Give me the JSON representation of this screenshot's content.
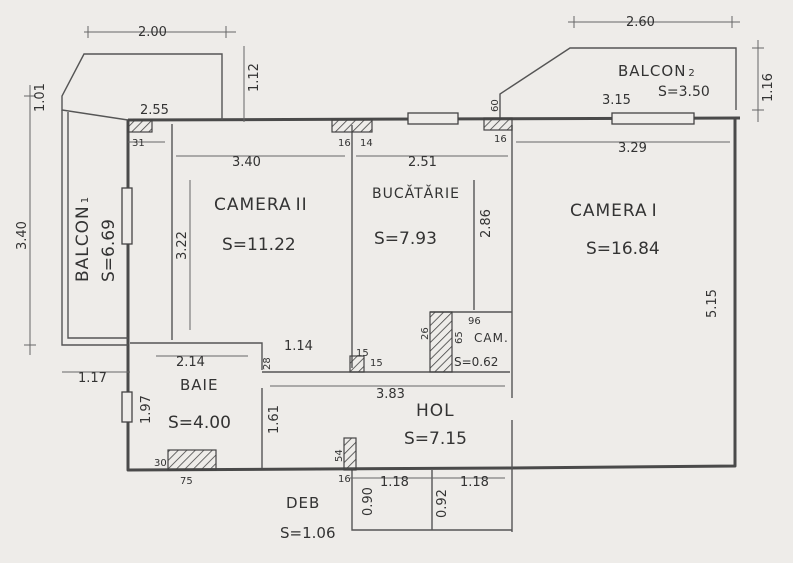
{
  "rooms": {
    "balcon1": {
      "name": "BALCON",
      "sub": "1",
      "area": "S=6.69"
    },
    "camera2": {
      "name": "CAMERA",
      "sub": "II",
      "area": "S=11.22"
    },
    "bucatarie": {
      "name": "BUCĂTĂRIE",
      "area": "S=7.93"
    },
    "camera1": {
      "name": "CAMERA",
      "sub": "I",
      "area": "S=16.84"
    },
    "balcon2": {
      "name": "BALCON",
      "sub": "2",
      "area": "S=3.50"
    },
    "baie": {
      "name": "BAIE",
      "area": "S=4.00"
    },
    "hol": {
      "name": "HOL",
      "area": "S=7.15"
    },
    "cam": {
      "name": "CAM.",
      "area": "S=0.62"
    },
    "deb": {
      "name": "DEB",
      "area": "S=1.06"
    }
  },
  "dims": {
    "d200": "2.00",
    "d260": "2.60",
    "d255": "2.55",
    "d112": "1.12",
    "d101": "1.01",
    "d340v": "3.40",
    "d315": "3.15",
    "d116": "1.16",
    "d329": "3.29",
    "d340h": "3.40",
    "d251": "2.51",
    "d322": "3.22",
    "d286": "2.86",
    "d515": "5.15",
    "d114": "1.14",
    "d214": "2.14",
    "d117": "1.17",
    "d197": "1.97",
    "d161": "1.61",
    "d383": "3.83",
    "d118a": "1.18",
    "d118b": "1.18",
    "d090": "0.90",
    "d092": "0.92",
    "s31": "31",
    "s16a": "16",
    "s14": "14",
    "s60": "60",
    "s16b": "16",
    "s96": "96",
    "s65": "65",
    "s26": "26",
    "s15a": "15",
    "s15b": "15",
    "s28": "28",
    "s54": "54",
    "s16c": "16",
    "s30": "30",
    "s75": "75"
  }
}
